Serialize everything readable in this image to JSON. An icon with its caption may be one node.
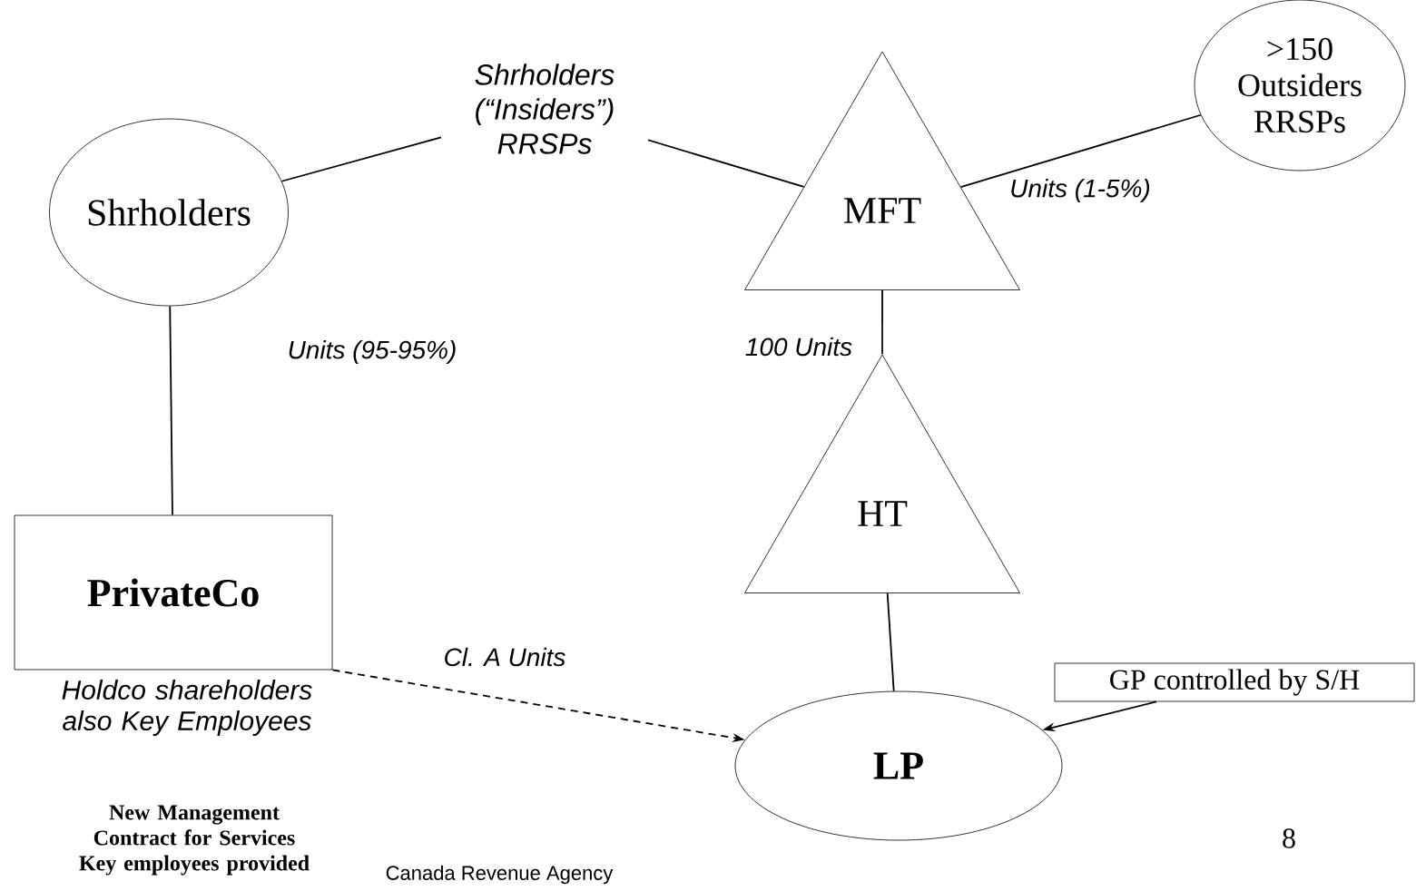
{
  "diagram": {
    "nodes": [
      {
        "text": [
          "Shrholders"
        ]
      },
      {
        "text": [
          "MFT"
        ]
      },
      {
        "text": [
          ">150 Outsiders RRSPs"
        ]
      },
      {
        "text": [
          "HT"
        ]
      },
      {
        "text": [
          "PrivateCo"
        ]
      },
      {
        "text": [
          "LP"
        ]
      },
      {
        "text": [
          "GP controlled by S/H"
        ]
      }
    ],
    "edges": [
      {
        "from": 0,
        "to": 1,
        "arrow": "none",
        "label": "Shrholders (“Insiders”) RRSPs"
      },
      {
        "from": 1,
        "to": 2,
        "arrow": "none",
        "label": "Units (1-5%)"
      },
      {
        "from": 0,
        "to": 4,
        "arrow": "none",
        "label": "Units (95-95%)"
      },
      {
        "from": 1,
        "to": 3,
        "arrow": "none",
        "label": "100 Units"
      },
      {
        "from": 3,
        "to": 5,
        "arrow": "none"
      },
      {
        "from": 4,
        "to": 5,
        "arrow": "to",
        "style": "dashed",
        "label": "Cl. A Units"
      },
      {
        "from": 6,
        "to": 5,
        "arrow": "to"
      }
    ],
    "labels": [
      "Holdco shareholders also Key Employees",
      "New Management Contract for Services Key employees provided",
      "Canada Revenue Agency",
      "8"
    ]
  }
}
